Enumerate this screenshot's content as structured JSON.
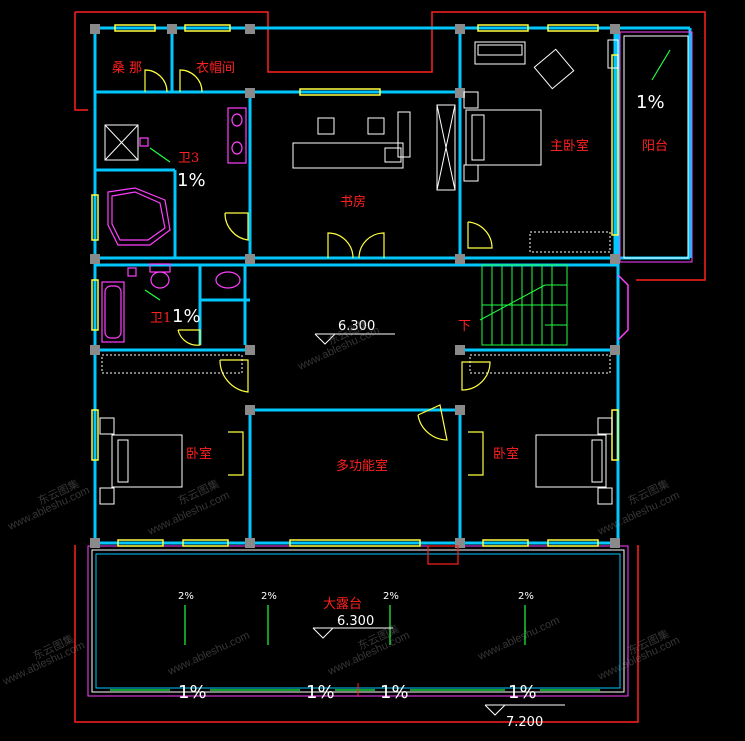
{
  "rooms": {
    "sang_na": "桑 那",
    "yimao": "衣帽间",
    "wei3": "卫3",
    "wei1": "卫1",
    "shufang": "书房",
    "zhuwo": "主卧室",
    "yangtai": "阳台",
    "wo_left": "卧室",
    "wo_right": "卧室",
    "duogongneng": "多功能室",
    "dalutai": "大露台"
  },
  "stair_label": "下",
  "slopes": {
    "main": "1%",
    "small": "2%"
  },
  "elevations": {
    "hall": "6.300",
    "terrace": "6.300",
    "base": "7.200"
  },
  "watermarks": [
    "东云图集",
    "www.ableshu.com"
  ],
  "colors": {
    "wall": "#00c8ff",
    "outline": "#ff2020",
    "fixture": "#ff40ff",
    "window": "#ffff40",
    "green": "#20ff40",
    "column": "#8a8a8a",
    "white": "#ffffff"
  }
}
